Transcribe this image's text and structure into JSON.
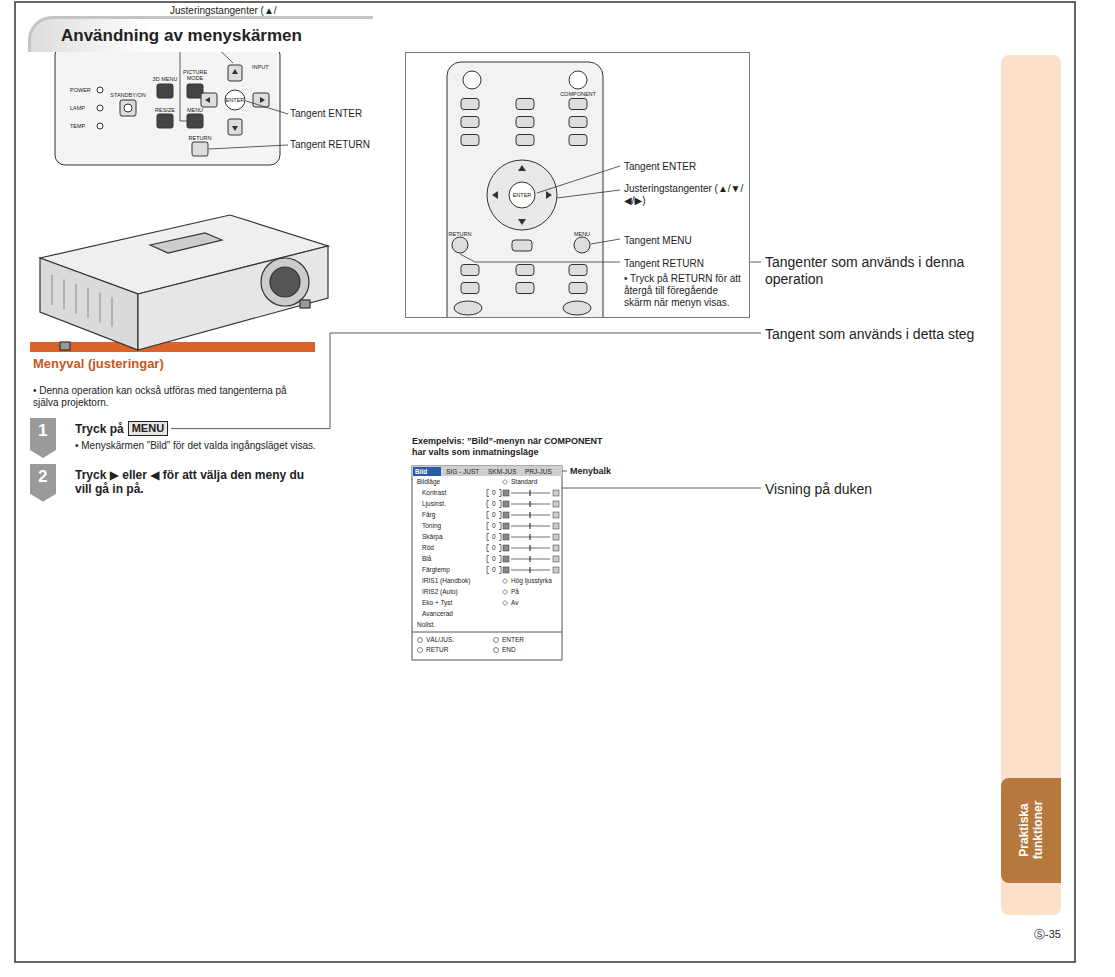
{
  "diagram": {
    "title": "Användning av menyskärmen",
    "nodes": [
      {
        "text": [
          "Användning av menyskärmen"
        ]
      },
      {
        "text": [
          "Tangent ENTER",
          "Justeringstangenter (▲/▼/◀/▶)",
          "Tangent MENU",
          "Tangent RETURN",
          "• Tryck på RETURN för att återgå till föregående skärm när menyn visas."
        ]
      },
      {
        "text": [
          "Menyval (justeringar)"
        ]
      },
      {
        "text": [
          "1",
          "Tryck på",
          "MENU",
          "• Menyskärmen ”Bild” för det valda ingångsläget visas."
        ]
      },
      {
        "text": [
          "2",
          "Tryck ▶ eller ◀ för att välja den meny du vill gå in på."
        ]
      },
      {
        "text": [
          "Bild",
          "SIG - JUST",
          "SKM-JUS",
          "PRJ-JUS",
          "Bildläge",
          "Standard",
          "Kontrast",
          "0",
          "Ljusinst.",
          "0",
          "Färg",
          "0",
          "Toning",
          "0",
          "Skärpa",
          "0",
          "Röd",
          "0",
          "Blå",
          "0",
          "Färgtemp",
          "0",
          "IRIS1 (Handbok)",
          "Hög ljusstyrka",
          "IRIS2 (Auto)",
          "På",
          "Eko + Tyst",
          "Av",
          "Avancerad",
          "Nollst.",
          "VÄL/JUS.",
          "ENTER",
          "RETUR",
          "END"
        ]
      },
      {
        "text": [
          "Praktiska funktioner"
        ]
      }
    ],
    "labels": [
      "Justeringstangenter (▲/▼/◀/▶)",
      "Tangent MENU",
      "Tangent ENTER",
      "Tangent RETURN",
      "POWER",
      "LAMP",
      "TEMP.",
      "STANDBY/ON",
      "3D MENU",
      "PICTURE MODE",
      "RESIZE",
      "MENU",
      "INPUT",
      "ENTER",
      "RETURN",
      "RETURN",
      "MENU",
      "ENTER",
      "COMPONENT",
      "Tangenter som används i denna operation",
      "Tangent som används i detta steg",
      "Visning på duken",
      "• Denna operation kan också utföras med tangenterna på själva projektorn.",
      "Exempelvis: ”Bild”-menyn när COMPONENT har valts som inmatningsläge",
      "Menybalk",
      "Ⓢ-35"
    ]
  }
}
